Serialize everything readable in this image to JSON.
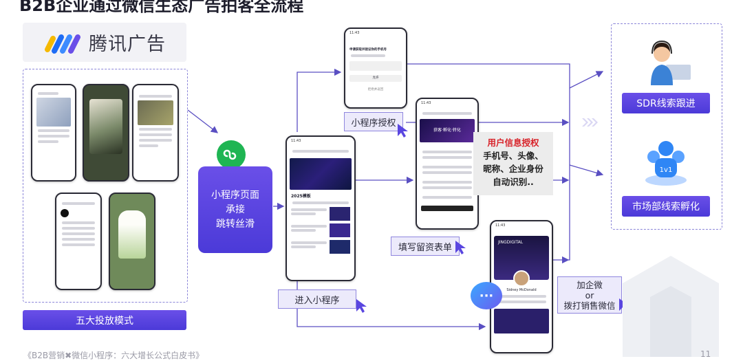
{
  "page": {
    "title": "B2B企业通过微信生态广告拍客全流程",
    "footer": "《B2B营销✖微信小程序：六大增长公式白皮书》",
    "page_number": "11"
  },
  "logo": {
    "text": "腾讯广告"
  },
  "ad_modes": {
    "label": "五大投放模式"
  },
  "mini_program_landing": {
    "lines": [
      "小程序页面",
      "承接",
      "跳转丝滑"
    ]
  },
  "steps": {
    "authorize": "小程序授权",
    "form": "填写留资表单",
    "enter": "进入小程序",
    "wecom": {
      "lines": [
        "加企微",
        "or",
        "拨打销售微信"
      ]
    }
  },
  "user_info": {
    "heading": "用户信息授权",
    "lines": [
      "手机号、头像、",
      "昵称、企业身份",
      "自动识别.."
    ]
  },
  "outcomes": {
    "sdr": "SDR线索跟进",
    "marketing": "市场部线索孵化"
  },
  "phones": {
    "auth": {
      "status_time": "11:43",
      "prompt": "申请获取并验证你的手机号",
      "allow": "允许",
      "deny": "拒绝并返回"
    },
    "form": {
      "status_time": "11:43",
      "brand": "获客·孵化·转化"
    },
    "mini": {
      "status_time": "11:43",
      "banner": "2025模板"
    },
    "card": {
      "status_time": "11:43",
      "brand": "JINGDIGITAL",
      "name": "Sidney McDonald"
    }
  },
  "colors": {
    "accent": "#5a46e0",
    "arrow": "#5a4fc2",
    "highlight": "#d8232a"
  }
}
